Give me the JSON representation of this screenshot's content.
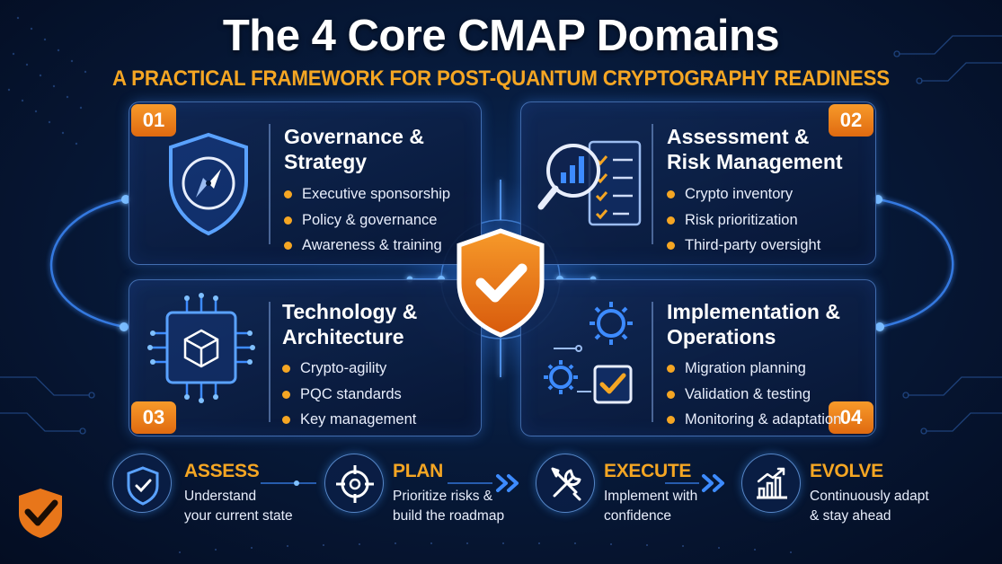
{
  "title": "The 4 Core CMAP Domains",
  "subtitle": "A PRACTICAL FRAMEWORK FOR POST-QUANTUM CRYPTOGRAPHY READINESS",
  "domains": [
    {
      "number": "01",
      "title": "Governance &\nStrategy",
      "icon": "shield-compass-icon",
      "items": [
        "Executive sponsorship",
        "Policy & governance",
        "Awareness & training"
      ]
    },
    {
      "number": "02",
      "title": "Assessment &\nRisk Management",
      "icon": "magnifier-checklist-icon",
      "items": [
        "Crypto inventory",
        "Risk prioritization",
        "Third-party oversight"
      ]
    },
    {
      "number": "03",
      "title": "Technology &\nArchitecture",
      "icon": "chip-cube-icon",
      "items": [
        "Crypto-agility",
        "PQC standards",
        "Key management"
      ]
    },
    {
      "number": "04",
      "title": "Implementation &\nOperations",
      "icon": "gears-checkbox-icon",
      "items": [
        "Migration planning",
        "Validation & testing",
        "Monitoring & adaptation"
      ]
    }
  ],
  "steps": [
    {
      "title": "ASSESS",
      "description": "Understand\nyour current state",
      "icon": "shield-check-icon"
    },
    {
      "title": "PLAN",
      "description": "Prioritize risks &\nbuild the roadmap",
      "icon": "crosshair-icon"
    },
    {
      "title": "EXECUTE",
      "description": "Implement with\nconfidence",
      "icon": "tools-icon"
    },
    {
      "title": "EVOLVE",
      "description": "Continuously adapt\n& stay ahead",
      "icon": "growth-chart-icon"
    }
  ],
  "colors": {
    "accent": "#f5a623",
    "accent_dark": "#e06a10",
    "glow": "#3d8bff",
    "background": "#071a3a"
  }
}
